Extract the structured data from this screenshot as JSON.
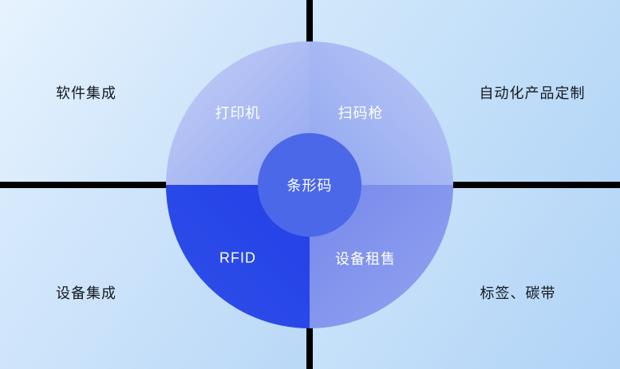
{
  "outer_labels": {
    "top_left": "软件集成",
    "top_right": "自动化产品定制",
    "bottom_left": "设备集成",
    "bottom_right": "标签、碳带"
  },
  "circle_labels": {
    "center": "条形码",
    "top_left": "打印机",
    "top_right": "扫码枪",
    "bottom_left": "RFID",
    "bottom_right": "设备租售"
  },
  "colors": {
    "divider_lines": "#000000",
    "center_circle": "#4a68e8",
    "circle_top_left": "#a7b7f3",
    "circle_top_right": "#a2b4f2",
    "circle_bottom_left": "#2847e8",
    "circle_bottom_right": "#8295ee",
    "background_tint": "#c9e2f9"
  }
}
